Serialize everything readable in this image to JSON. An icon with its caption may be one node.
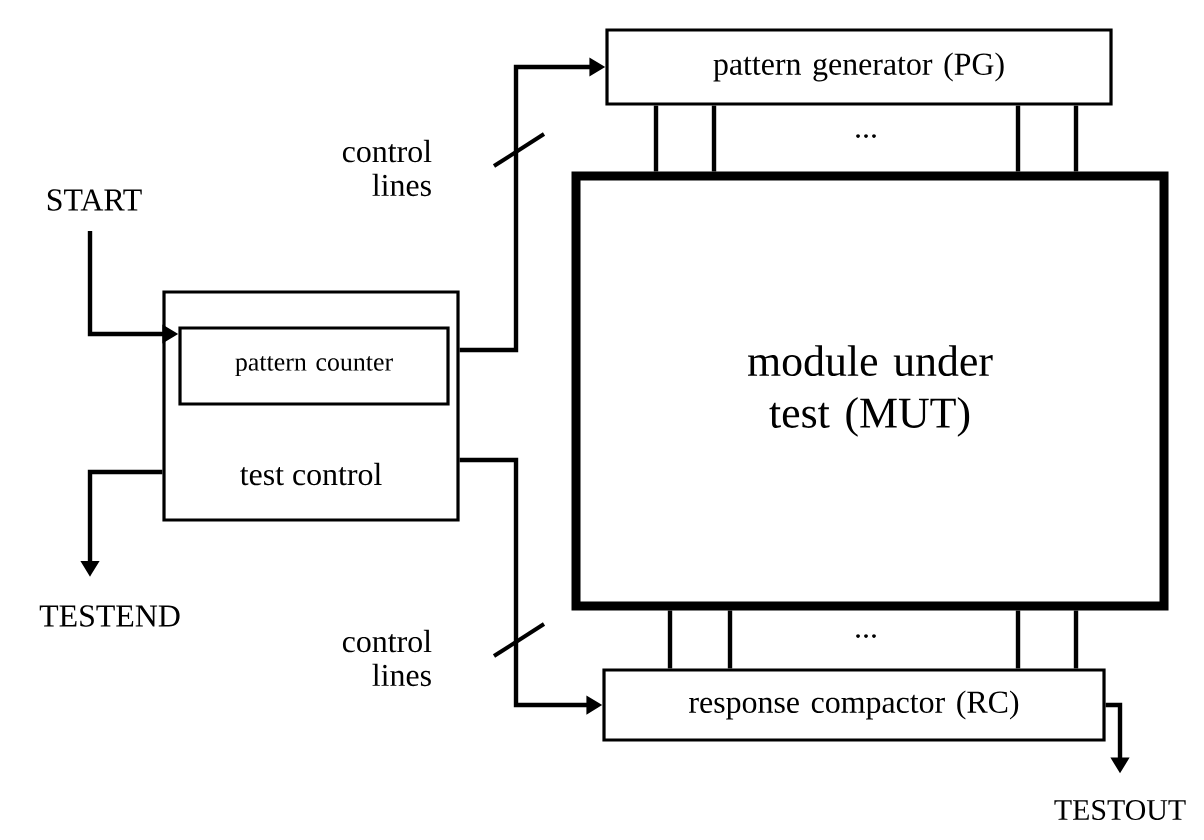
{
  "diagram": {
    "nodes": [
      {
        "text": [
          "START"
        ]
      },
      {
        "text": [
          "test control"
        ]
      },
      {
        "text": [
          "pattern counter"
        ],
        "in": 1
      },
      {
        "text": [
          "pattern generator (PG)"
        ]
      },
      {
        "text": [
          "module under test (MUT)"
        ]
      },
      {
        "text": [
          "response compactor (RC)"
        ]
      },
      {
        "text": [
          "TESTEND"
        ]
      },
      {
        "text": [
          "TESTOUT"
        ]
      }
    ],
    "edges": [
      {
        "from": 0,
        "to": 2,
        "arrow": "to"
      },
      {
        "from": 1,
        "to": 6,
        "arrow": "to"
      },
      {
        "from": 1,
        "to": 3,
        "arrow": "to",
        "label": "control lines"
      },
      {
        "from": 1,
        "to": 5,
        "arrow": "to",
        "label": "control lines"
      },
      {
        "from": 3,
        "to": 4,
        "arrow": "none"
      },
      {
        "from": 3,
        "to": 4,
        "arrow": "none"
      },
      {
        "from": 3,
        "to": 4,
        "arrow": "none"
      },
      {
        "from": 3,
        "to": 4,
        "arrow": "none"
      },
      {
        "from": 4,
        "to": 5,
        "arrow": "none"
      },
      {
        "from": 4,
        "to": 5,
        "arrow": "none"
      },
      {
        "from": 4,
        "to": 5,
        "arrow": "none"
      },
      {
        "from": 4,
        "to": 5,
        "arrow": "none"
      },
      {
        "from": 5,
        "to": 7,
        "arrow": "to"
      }
    ],
    "labels": [
      "...",
      "..."
    ]
  }
}
